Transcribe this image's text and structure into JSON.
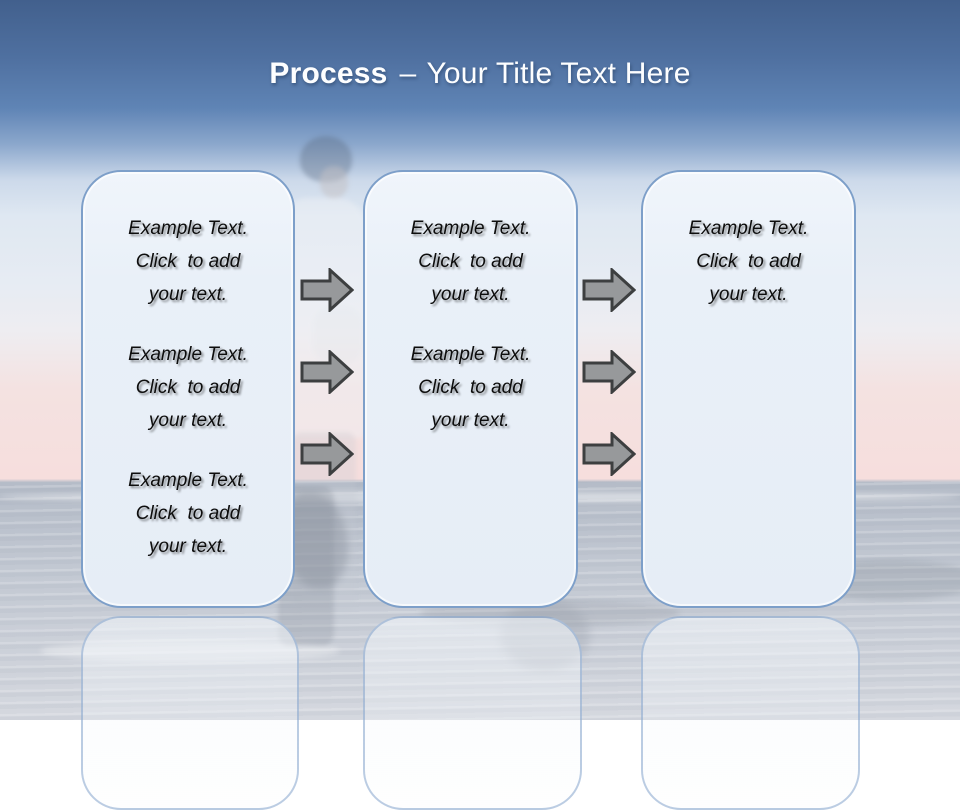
{
  "slide_title": {
    "lead": "Process",
    "dash": "–",
    "rest": "Your Title Text Here"
  },
  "cards": [
    {
      "id": "step-1",
      "blocks": [
        "Example Text.\nClick  to add\nyour text.",
        "Example Text.\nClick  to add\nyour text.",
        "Example Text.\nClick  to add\nyour text."
      ]
    },
    {
      "id": "step-2",
      "blocks": [
        "Example Text.\nClick  to add\nyour text.",
        "Example Text.\nClick  to add\nyour text."
      ]
    },
    {
      "id": "step-3",
      "blocks": [
        "Example Text.\nClick  to add\nyour text."
      ]
    }
  ],
  "icons": {
    "arrow": "arrow-right-icon"
  },
  "colors": {
    "header_top": "#42608d",
    "header_mid": "#5f84b5",
    "card_border": "#7d9fc9",
    "card_fill": "#e9f0f8",
    "arrow_fill": "#97999b",
    "arrow_stroke": "#3d3f40",
    "sunset_pink": "#f6dedd",
    "sea_gray": "#b5bcc8",
    "title_text": "#ffffff"
  }
}
